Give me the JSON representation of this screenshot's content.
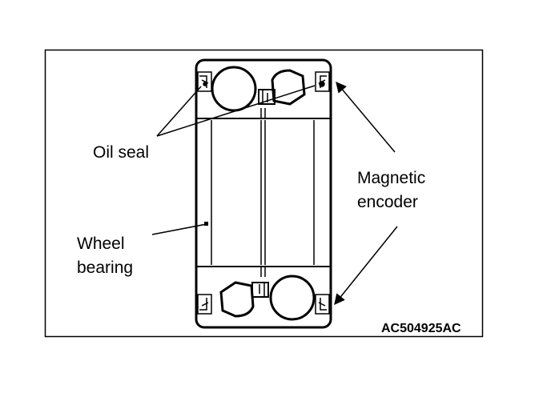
{
  "diagram": {
    "labels": {
      "oil_seal": "Oil seal",
      "magnetic_encoder_line1": "Magnetic",
      "magnetic_encoder_line2": "encoder",
      "wheel_bearing_line1": "Wheel",
      "wheel_bearing_line2": "bearing"
    },
    "figure_code": "AC504925AC"
  }
}
